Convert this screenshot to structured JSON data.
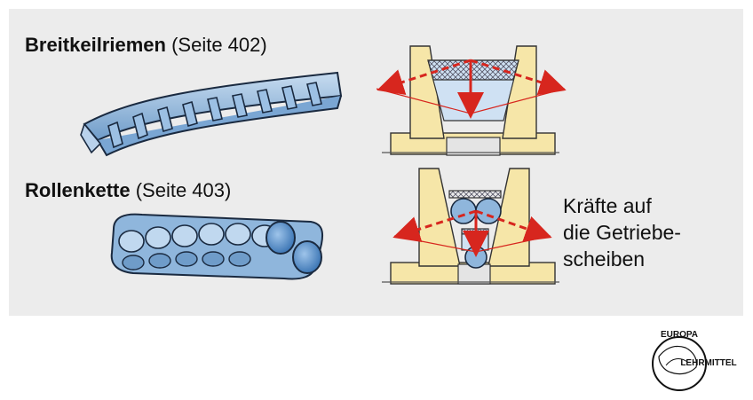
{
  "belt": {
    "name": "Breitkeilriemen",
    "page": "(Seite 402)"
  },
  "chain": {
    "name": "Rollenkette",
    "page": "(Seite 403)"
  },
  "forces_label": {
    "line1": "Kräfte auf",
    "line2": "die Getriebe-",
    "line3": "scheiben"
  },
  "logo": {
    "top": "EUROPA",
    "bottom": "LEHRMITTEL"
  },
  "colors": {
    "background": "#ececec",
    "belt_blue": "#8fb6dc",
    "pulley": "#f6e6a8",
    "arrow_red": "#d7261e"
  }
}
